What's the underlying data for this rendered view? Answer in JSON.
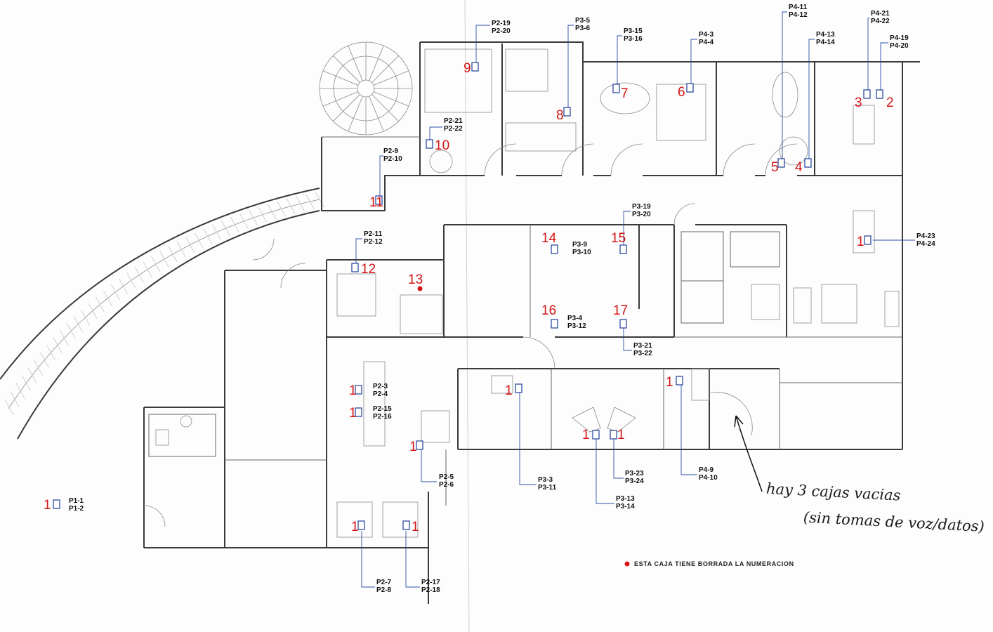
{
  "outlets": [
    {
      "number": "1",
      "labels": [
        "P1-1",
        "P1-2"
      ]
    },
    {
      "number": "11",
      "labels": [
        "P2-9",
        "P2-10"
      ]
    },
    {
      "number": "10",
      "labels": [
        "P2-21",
        "P2-22"
      ]
    },
    {
      "number": "9",
      "labels": [
        "P2-19",
        "P2-20"
      ]
    },
    {
      "number": "12",
      "labels": [
        "P2-11",
        "P2-12"
      ]
    },
    {
      "number": "13",
      "labels": []
    },
    {
      "number": "1",
      "labels": [
        "P2-3",
        "P2-4"
      ]
    },
    {
      "number": "1",
      "labels": [
        "P2-15",
        "P2-16"
      ]
    },
    {
      "number": "1",
      "labels": [
        "P2-5",
        "P2-6"
      ]
    },
    {
      "number": "1",
      "labels": [
        "P2-7",
        "P2-8"
      ]
    },
    {
      "number": "1",
      "labels": [
        "P2-17",
        "P2-18"
      ]
    },
    {
      "number": "8",
      "labels": [
        "P3-5",
        "P3-6"
      ]
    },
    {
      "number": "7",
      "labels": [
        "P3-15",
        "P3-16"
      ]
    },
    {
      "number": "14",
      "labels": [
        "P3-9",
        "P3-10"
      ]
    },
    {
      "number": "15",
      "labels": [
        "P3-19",
        "P3-20"
      ]
    },
    {
      "number": "16",
      "labels": [
        "P3-4",
        "P3-12"
      ]
    },
    {
      "number": "17",
      "labels": [
        "P3-21",
        "P3-22"
      ]
    },
    {
      "number": "1",
      "labels": [
        "P3-3",
        "P3-11"
      ]
    },
    {
      "number": "1",
      "labels": [
        "P3-13",
        "P3-14"
      ]
    },
    {
      "number": "1",
      "labels": [
        "P3-23",
        "P3-24"
      ]
    },
    {
      "number": "6",
      "labels": [
        "P4-3",
        "P4-4"
      ]
    },
    {
      "number": "5",
      "labels": [
        "P4-11",
        "P4-12"
      ]
    },
    {
      "number": "4",
      "labels": [
        "P4-13",
        "P4-14"
      ]
    },
    {
      "number": "3",
      "labels": [
        "P4-21",
        "P4-22"
      ]
    },
    {
      "number": "2",
      "labels": [
        "P4-19",
        "P4-20"
      ]
    },
    {
      "number": "1",
      "labels": [
        "P4-23",
        "P4-24"
      ]
    },
    {
      "number": "1",
      "labels": [
        "P4-9",
        "P4-10"
      ]
    }
  ],
  "legend": {
    "text": "ESTA CAJA TIENE BORRADA LA NUMERACION",
    "dot_color": "#d41414"
  },
  "handwritten_note": {
    "line1": "hay 3 cajas vacias",
    "line2": "(sin tomas de voz/datos)"
  },
  "colors": {
    "number": "#d41414",
    "outlet_box": "#1e3f9a",
    "leader": "#2c4fa8",
    "wall": "#3a3a3a"
  }
}
